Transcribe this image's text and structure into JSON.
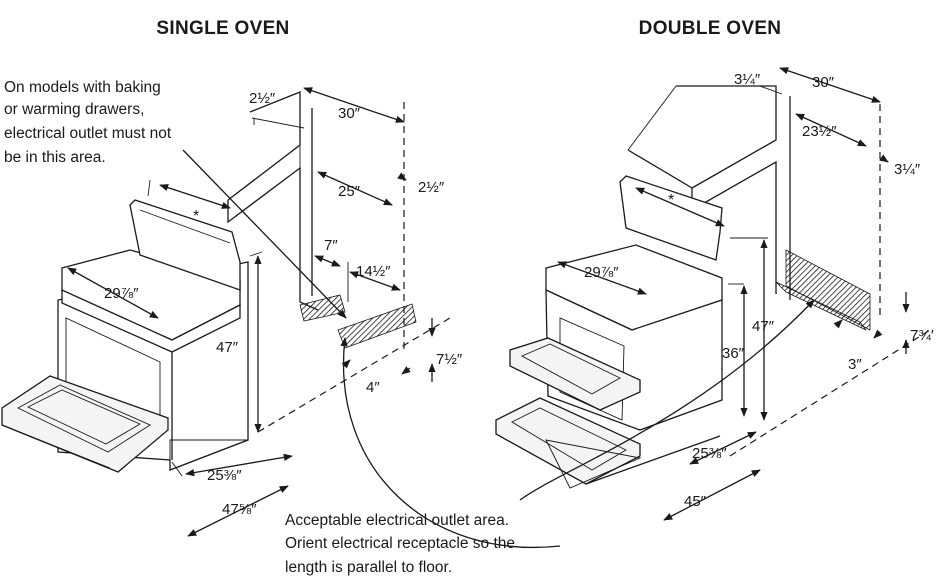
{
  "single_oven": {
    "title": "SINGLE OVEN",
    "note_lines": [
      "On models with baking",
      "or warming drawers,",
      "electrical outlet must not",
      "be in this area."
    ],
    "dims": {
      "d1": "2½″",
      "d2": "30″",
      "d3": "25″",
      "d4": "2½″",
      "d5": "7″",
      "d6": "14½″",
      "d7": "7½″",
      "d8": "4″",
      "d9": "29⅞″",
      "d10": "47″",
      "d11": "25⅜″",
      "d12": "47⅝″"
    },
    "star": "*"
  },
  "double_oven": {
    "title": "DOUBLE OVEN",
    "dims": {
      "d1": "3¼″",
      "d2": "30″",
      "d3": "23½″",
      "d4": "3¼″",
      "d5": "29⅞″",
      "d6": "47″",
      "d7": "36″",
      "d8": "7¾′",
      "d9": "3″",
      "d10": "25⅜″",
      "d11": "45″"
    },
    "star": "*"
  },
  "bottom_note_lines": [
    "Acceptable electrical outlet area.",
    "Orient electrical receptacle so the",
    "length is parallel to floor."
  ]
}
